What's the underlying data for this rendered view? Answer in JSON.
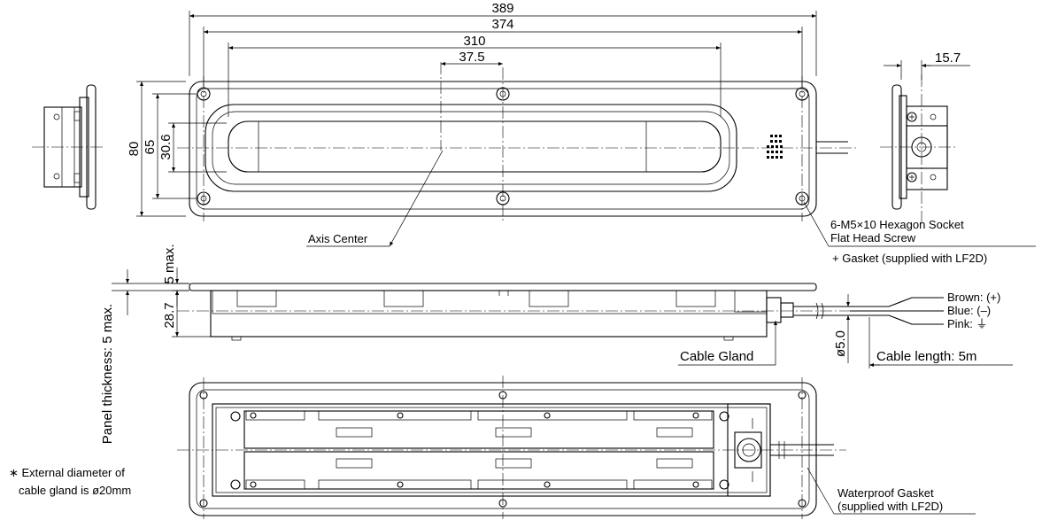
{
  "dimensions": {
    "overall_length": "389",
    "mount_pitch": "374",
    "window_length": "310",
    "axis_offset": "37.5",
    "side_depth": "15.7",
    "overall_height": "80",
    "mount_height": "65",
    "window_height": "30.6",
    "flange_max": "5 max.",
    "body_depth": "28.7",
    "panel_thickness": "Panel thickness: 5 max.",
    "cable_diameter": "ø5.0"
  },
  "labels": {
    "axis_center": "Axis Center",
    "screw_line1": "6-M5×10 Hexagon Socket",
    "screw_line2": "Flat Head Screw",
    "gasket_supplied": "+ Gasket (supplied with LF2D)",
    "wire_brown": "Brown: (+)",
    "wire_blue": "Blue: (–)",
    "wire_pink": "Pink: ⏚",
    "cable_gland": "Cable Gland",
    "cable_length": "Cable length: 5m",
    "waterproof_line1": "Waterproof Gasket",
    "waterproof_line2": "(supplied with LF2D)",
    "note_line1": "∗ External diameter of",
    "note_line2": "cable gland is ø20mm"
  }
}
